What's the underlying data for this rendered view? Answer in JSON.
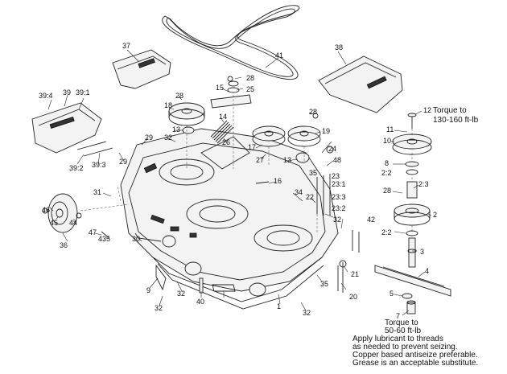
{
  "diagram": {
    "callouts": {
      "c1": "1",
      "c2": "2",
      "c2_2a": "2:2",
      "c2_2b": "2:2",
      "c2_3": "2:3",
      "c3": "3",
      "c4": "4",
      "c5": "5",
      "c7": "7",
      "c8": "8",
      "c9": "9",
      "c10": "10",
      "c11": "11",
      "c12": "12",
      "c13a": "13",
      "c13b": "13",
      "c14": "14",
      "c15": "15",
      "c16": "16",
      "c17": "17",
      "c18": "18",
      "c19": "19",
      "c20": "20",
      "c21": "21",
      "c22": "22",
      "c23": "23",
      "c23_1": "23:1",
      "c23_2": "23:2",
      "c23_3": "23:3",
      "c24": "24",
      "c25": "25",
      "c26": "26",
      "c27": "27",
      "c28a": "28",
      "c28b": "28",
      "c28c": "28",
      "c28d": "28",
      "c29a": "29",
      "c29b": "29",
      "c30": "30",
      "c31": "31",
      "c32a": "32",
      "c32b": "32",
      "c32c": "32",
      "c32d": "32",
      "c32e": "32",
      "c34": "34",
      "c35a": "35",
      "c35b": "35",
      "c36": "36",
      "c37": "37",
      "c38": "38",
      "c39": "39",
      "c39_1": "39:1",
      "c39_2": "39:2",
      "c39_3": "39:3",
      "c39_4": "39:4",
      "c40": "40",
      "c41": "41",
      "c42": "42",
      "c43": "43",
      "c44": "44",
      "c45": "45",
      "c46": "46",
      "c47": "47",
      "c48": "48",
      "c5b": "5"
    },
    "torque_top_line1": "Torque to",
    "torque_top_line2": "130-160 ft-lb",
    "torque_bottom_line1": "Torque to",
    "torque_bottom_line2": "50-60 ft-lb",
    "note_lines": [
      "Apply lubricant to threads",
      "as needed to prevent seizing.",
      "Copper based antiseize preferable.",
      "Grease is an acceptable substitute."
    ]
  }
}
